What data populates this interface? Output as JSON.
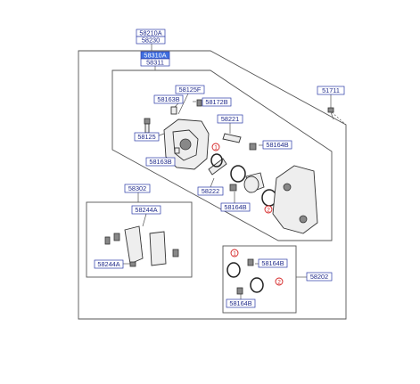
{
  "labels": {
    "top_1": "58210A",
    "top_2": "58230",
    "caliper_1": "58310A",
    "caliper_2": "58311",
    "bolt_right": "51711",
    "pin_top": "58125F",
    "bleeder_left": "58163B",
    "bleeder_cap": "58172B",
    "guide_pin": "58221",
    "caliper_bolt": "58125",
    "bleeder_lower": "58163B",
    "boot_right": "58164B",
    "pin_lower": "58222",
    "boot_lower": "58164B",
    "pad_kit": "58302",
    "pad_set": "58244A",
    "pad_clip": "58244A",
    "seal_kit": "58202",
    "seal_boot": "58164B",
    "seal_boot_lower": "58164B"
  },
  "callouts": {
    "one_a": "1",
    "two_a": "2",
    "one_b": "1",
    "two_b": "2"
  },
  "colors": {
    "label_text": "#1f2a8a",
    "label_border": "#2c39a6",
    "highlight": "#3f6fe0",
    "callout": "#d42020"
  }
}
